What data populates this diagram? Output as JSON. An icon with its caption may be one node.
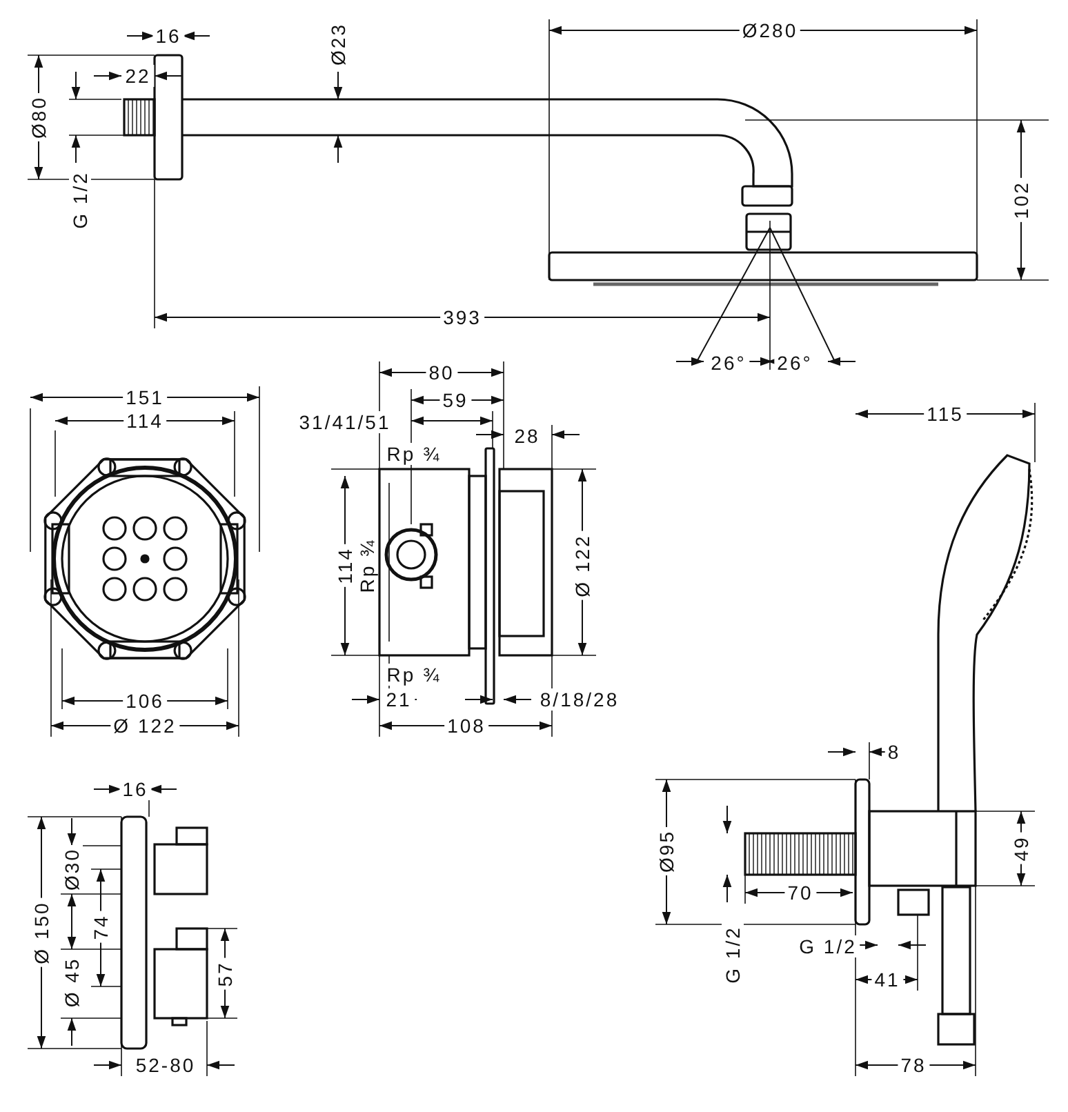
{
  "diagram": {
    "labels": [
      "16",
      "22",
      "Ø23",
      "Ø280",
      "Ø80",
      "G 1/2",
      "102",
      "393",
      "26°",
      "26°",
      "151",
      "114",
      "106",
      "Ø 122",
      "80",
      "59",
      "31/41/51",
      "28",
      "Rp ¾",
      "114",
      "Rp ¾",
      "Ø 122",
      "Rp ¾",
      "21",
      "8/18/28",
      "108",
      "115",
      "8",
      "Ø95",
      "49",
      "70",
      "G 1/2",
      "G 1/2",
      "41",
      "78",
      "16",
      "Ø 150",
      "Ø30",
      "74",
      "Ø 45",
      "57",
      "52-80"
    ]
  }
}
